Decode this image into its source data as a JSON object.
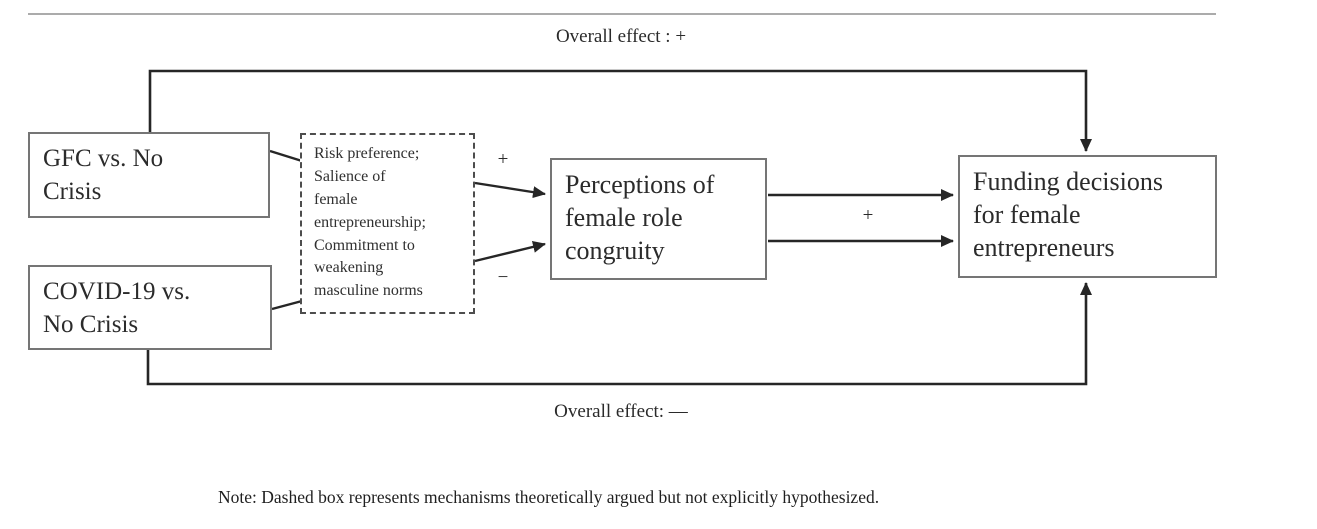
{
  "figure": {
    "overall_effect_top": "Overall effect : +",
    "overall_effect_bottom": "Overall effect: —",
    "note": "Note: Dashed box represents mechanisms theoretically argued but not explicitly hypothesized.",
    "boxes": {
      "gfc": "GFC vs. No\nCrisis",
      "covid": "COVID-19 vs.\nNo Crisis",
      "mechanisms": "Risk preference;\nSalience of\nfemale\nentrepreneurship;\nCommitment to\nweakening\nmasculine norms",
      "perceptions": "Perceptions of\nfemale role\ncongruity",
      "funding": "Funding decisions\nfor female\nentrepreneurs"
    },
    "signs": {
      "mediation_positive": "+",
      "mediation_negative": "−",
      "direct_positive": "+"
    },
    "colors": {
      "line": "#262626",
      "box_border": "#757575",
      "divider": "#ababab"
    }
  }
}
